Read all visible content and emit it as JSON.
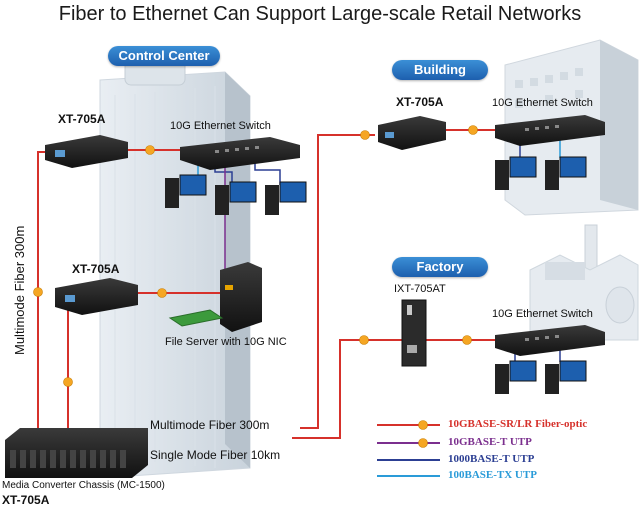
{
  "title": "Fiber to Ethernet Can Support Large-scale Retail Networks",
  "zones": {
    "control_center": "Control Center",
    "building": "Building",
    "factory": "Factory"
  },
  "labels": {
    "xt705a_top": "XT-705A",
    "switch_cc": "10G Ethernet Switch",
    "xt705a_mid": "XT-705A",
    "file_server": "File Server with 10G NIC",
    "xt705a_building": "XT-705A",
    "switch_building": "10G Ethernet Switch",
    "ixt705at": "IXT-705AT",
    "switch_factory": "10G Ethernet Switch",
    "chassis": "Media Converter Chassis (MC-1500)",
    "chassis_model": "XT-705A",
    "fiber_vertical": "Multimode Fiber 300m",
    "fiber_mm": "Multimode Fiber 300m",
    "fiber_sm": "Single Mode Fiber 10km"
  },
  "legend": [
    {
      "label": "10GBASE-SR/LR Fiber-optic",
      "color": "#d6312b"
    },
    {
      "label": "10GBASE-T UTP",
      "color": "#7b2f8e"
    },
    {
      "label": "1000BASE-T UTP",
      "color": "#2c3f93"
    },
    {
      "label": "100BASE-TX UTP",
      "color": "#2a9bd8"
    }
  ],
  "colors": {
    "fiber": "#d6312b",
    "utp10g": "#7b2f8e",
    "utp1000": "#2c3f93",
    "utp100": "#2a9bd8",
    "accent": "#1d5fae"
  }
}
